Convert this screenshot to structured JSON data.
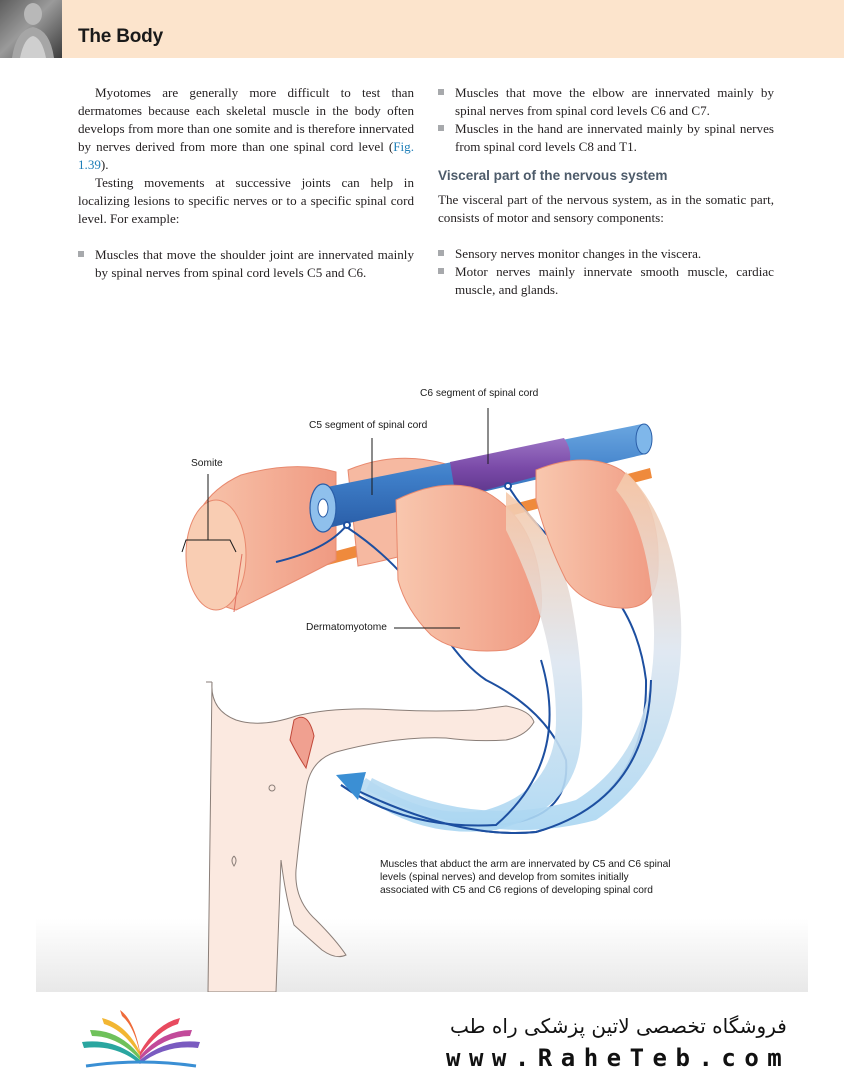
{
  "header": {
    "title": "The Body"
  },
  "left_column": {
    "paragraph_1_before_link": "Myotomes are generally more difficult to test than dermatomes because each skeletal muscle in the body often develops from more than one somite and is therefore innervated by nerves derived from more than one spinal cord level (",
    "paragraph_1_link": "Fig. 1.39",
    "paragraph_1_after_link": ").",
    "paragraph_2": "Testing movements at successive joints can help in localizing lesions to specific nerves or to a specific spinal cord level. For example:",
    "bullets": [
      "Muscles that move the shoulder joint are innervated mainly by spinal nerves from spinal cord levels C5 and C6."
    ]
  },
  "right_column": {
    "bullets_top": [
      "Muscles that move the elbow are innervated mainly by spinal nerves from spinal cord levels C6 and C7.",
      "Muscles in the hand are innervated mainly by spinal nerves from spinal cord levels C8 and T1."
    ],
    "heading": "Visceral part of the nervous system",
    "paragraph": "The visceral part of the nervous system, as in the somatic part, consists of motor and sensory components:",
    "bullets_bottom": [
      "Sensory nerves monitor changes in the viscera.",
      "Motor nerves mainly innervate smooth muscle, cardiac muscle, and glands."
    ]
  },
  "figure": {
    "labels": {
      "c6_segment": "C6 segment of spinal cord",
      "c5_segment": "C5 segment of spinal cord",
      "somite": "Somite",
      "dermatomyotome": "Dermatomyotome"
    },
    "caption": "Muscles that abduct the arm are innervated by C5 and C6 spinal levels (spinal nerves) and develop from somites initially associated with C5 and C6 regions of developing spinal cord",
    "colors": {
      "somite_fill": "#f5b7a0",
      "somite_edge": "#e8896e",
      "cord_c5": "#3f7fc9",
      "cord_c6": "#7a4aa8",
      "notochord": "#ef8a3c",
      "nerve": "#1d4fa0",
      "arrow_band": "#9fd0ef"
    }
  },
  "footer": {
    "shop_name": "فروشگاه تخصصی لاتین پزشکی  راه طب",
    "url": "www.RaheTeb.com"
  }
}
